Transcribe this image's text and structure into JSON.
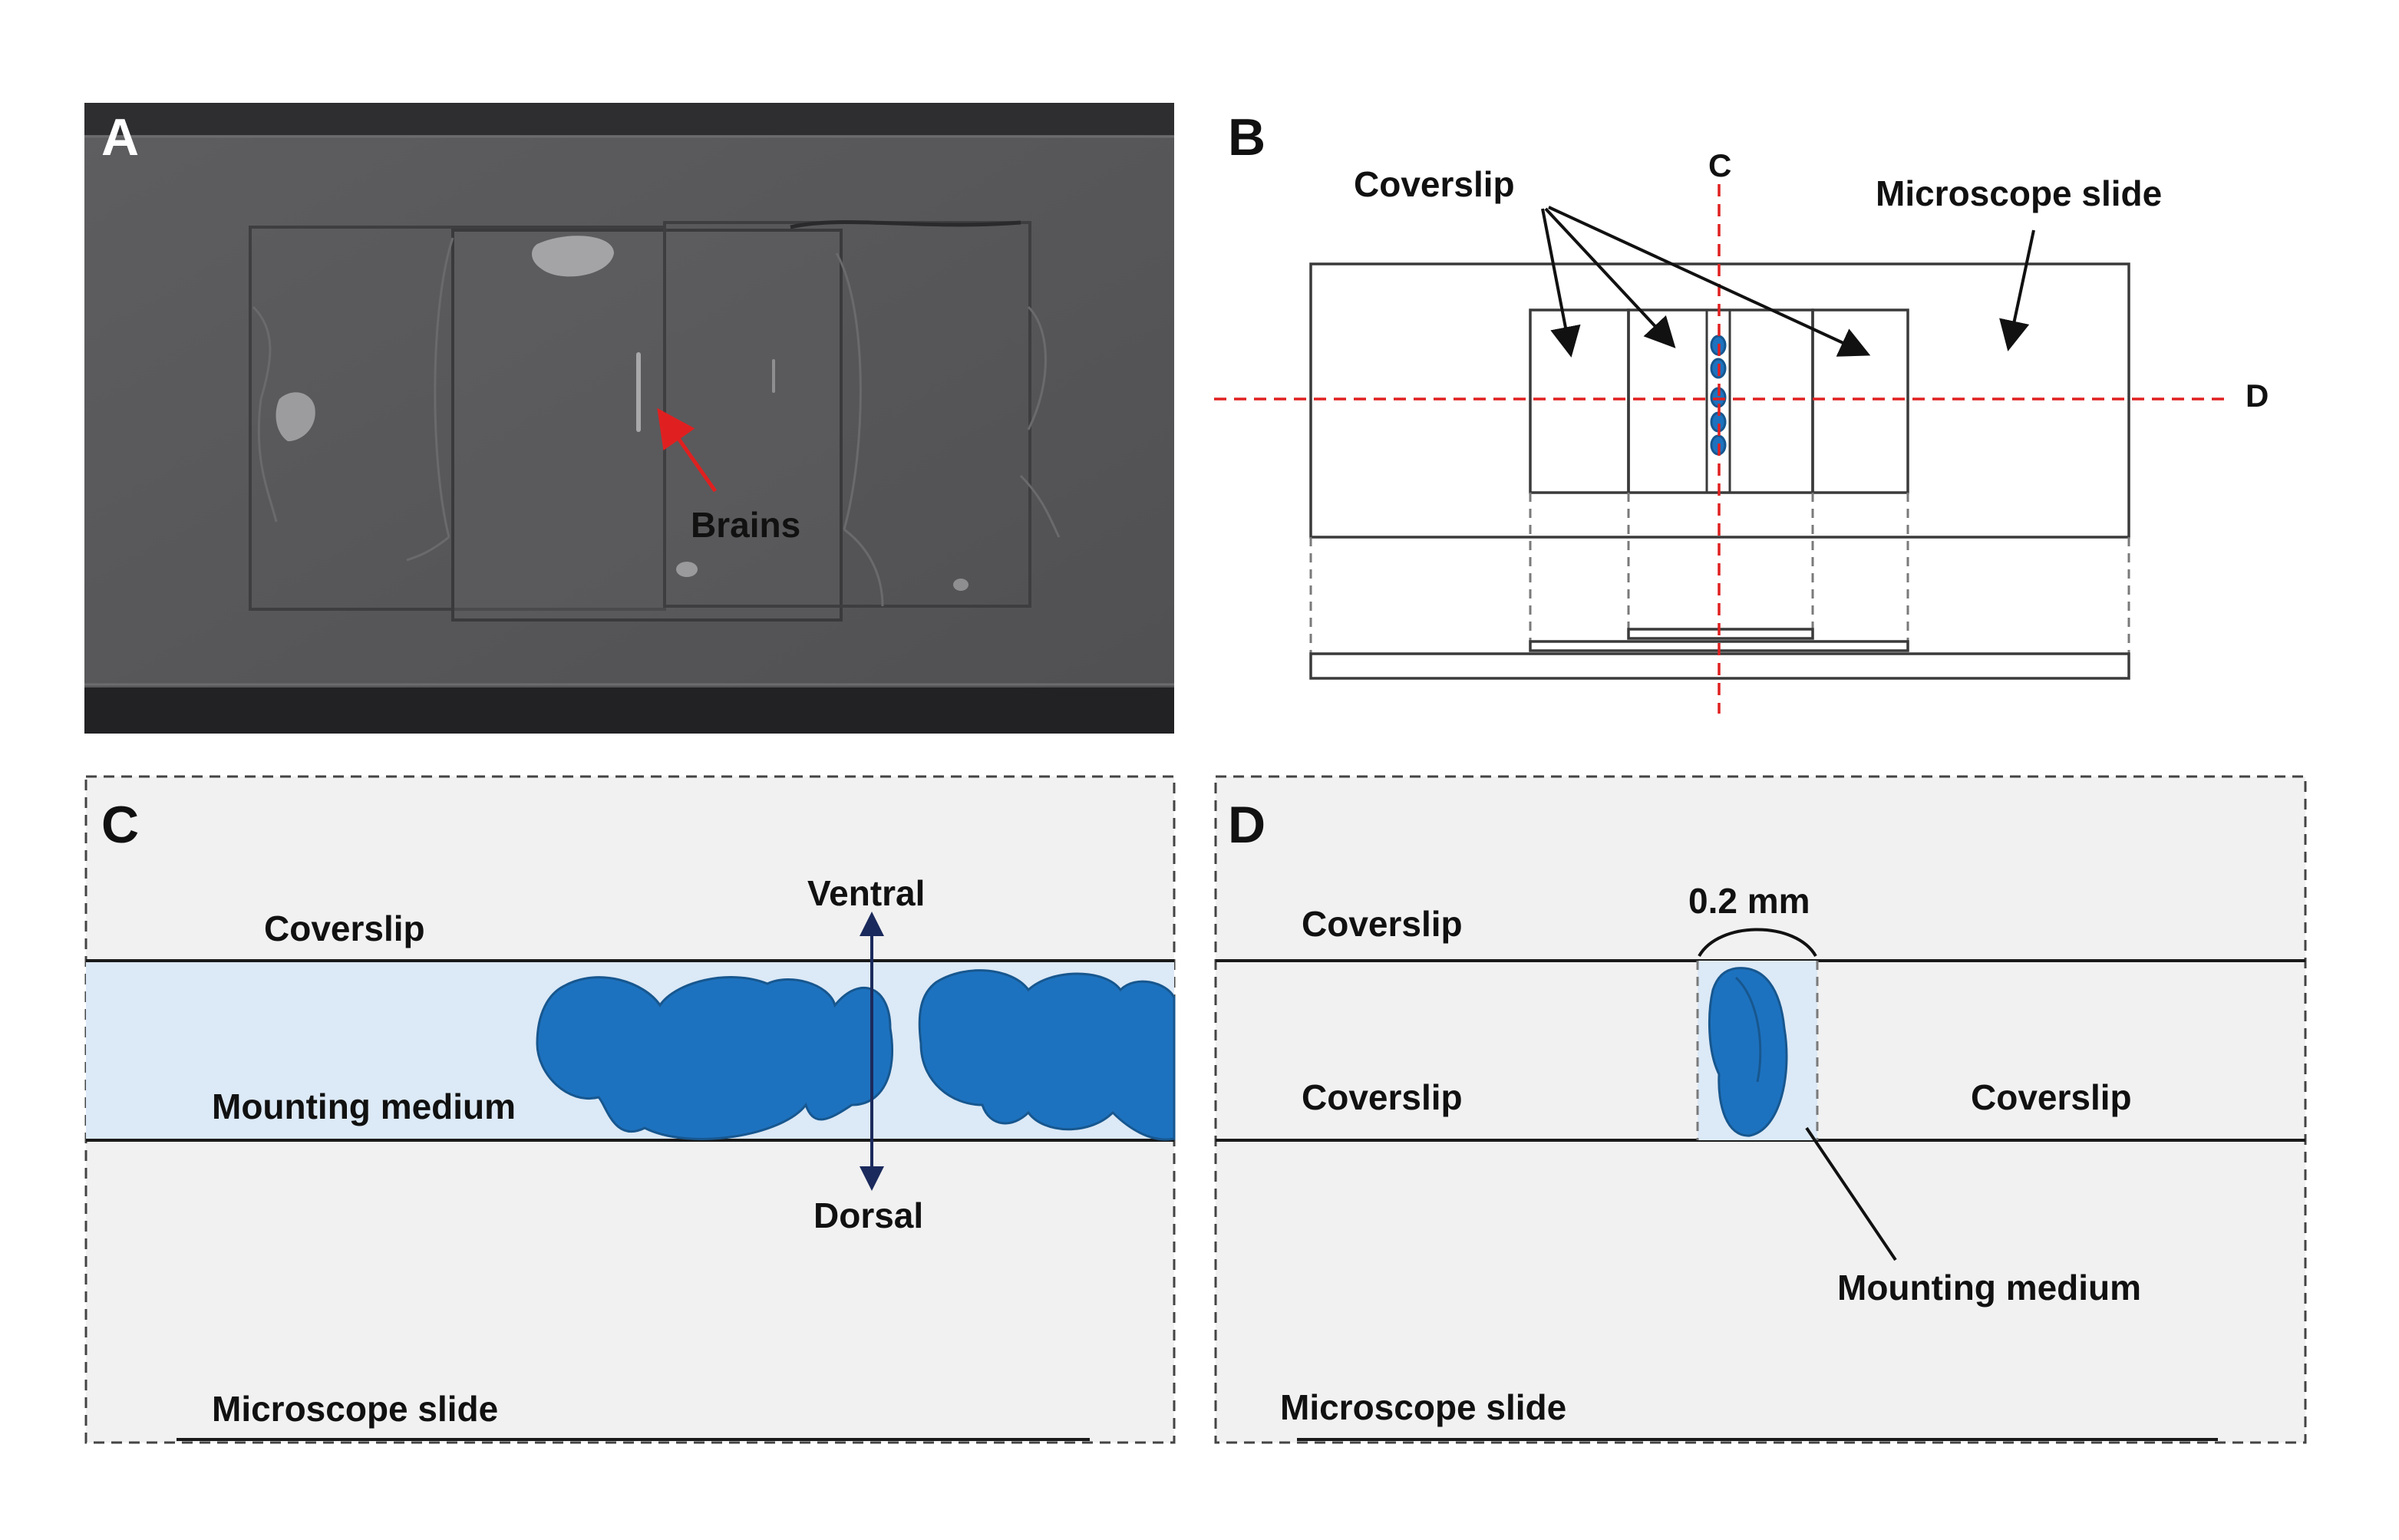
{
  "panel_a": {
    "letter": "A",
    "brains_label": "Brains"
  },
  "panel_b": {
    "letter": "B",
    "coverslip_label": "Coverslip",
    "slide_label": "Microscope slide",
    "cut_c_label": "C",
    "cut_d_label": "D"
  },
  "panel_c": {
    "letter": "C",
    "coverslip_label": "Coverslip",
    "medium_label": "Mounting  medium",
    "slide_label": "Microscope slide",
    "ventral_label": "Ventral",
    "dorsal_label": "Dorsal"
  },
  "panel_d": {
    "letter": "D",
    "coverslip_top_label": "Coverslip",
    "coverslip_left_label": "Coverslip",
    "coverslip_right_label": "Coverslip",
    "width_label": "0.2 mm",
    "medium_label": "Mounting  medium",
    "slide_label": "Microscope slide"
  },
  "colors": {
    "brain_blue": "#1d72bf",
    "medium_light_blue": "#dce9f6",
    "cut_line_red": "#e02020",
    "section_background": "#f1f1f1",
    "photo_background": "#5a5a5c"
  }
}
